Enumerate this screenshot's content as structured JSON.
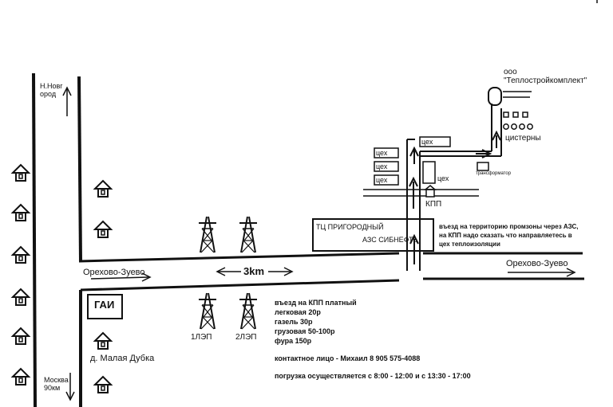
{
  "labels": {
    "n_novgorod": "Н.Новг\nород",
    "moscow": "Москва\n90км",
    "orekhovo_left": "Орехово-Зуево",
    "orekhovo_right": "Орехово-Зуево",
    "distance": "3km",
    "gai": "ГАИ",
    "village": "д. Малая Дубка",
    "lep1": "1ЛЭП",
    "lep2": "2ЛЭП",
    "tc": "ТЦ ПРИГОРОДНЫЙ",
    "azs": "АЗС СИБНЕФТЬ",
    "kpp": "КПП",
    "cekh1": "цех",
    "cekh2": "цех",
    "cekh3": "цех",
    "cekh4": "цех",
    "cekh5": "цех",
    "transformer": "трансформатор",
    "cisterns": "цистерны",
    "company_ooo": "ооо",
    "company_name": "\"Теплостройкомплект\""
  },
  "entry_note": {
    "line1": "въезд на территорию промзоны через АЗС,",
    "line2": "на КПП надо сказать что направляетесь в",
    "line3": "цех теплоизоляции"
  },
  "pricing": {
    "title": "въезд на КПП платный",
    "items": [
      "легковая 20р",
      "газель 30р",
      "грузовая 50-100р",
      "фура 150р"
    ]
  },
  "contact": "контактное лицо - Михаил 8 905 575-4088",
  "loading_hours": "погрузка осуществляется с 8:00 - 12:00 и с 13:30 - 17:00"
}
